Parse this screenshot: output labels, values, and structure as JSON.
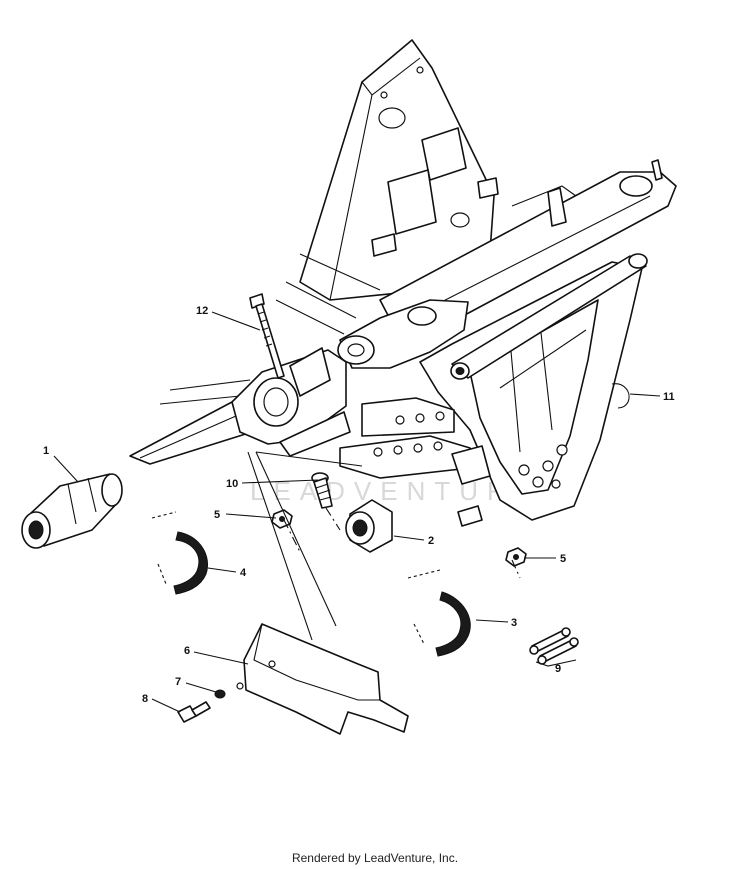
{
  "watermark": "LEADVENTURE",
  "callouts": {
    "p1": "1",
    "p2": "2",
    "p3": "3",
    "p4": "4",
    "p5a": "5",
    "p5b": "5",
    "p6": "6",
    "p7": "7",
    "p8": "8",
    "p9": "9",
    "p10": "10",
    "p11": "11",
    "p12": "12"
  },
  "footer": "Rendered by LeadVenture, Inc."
}
